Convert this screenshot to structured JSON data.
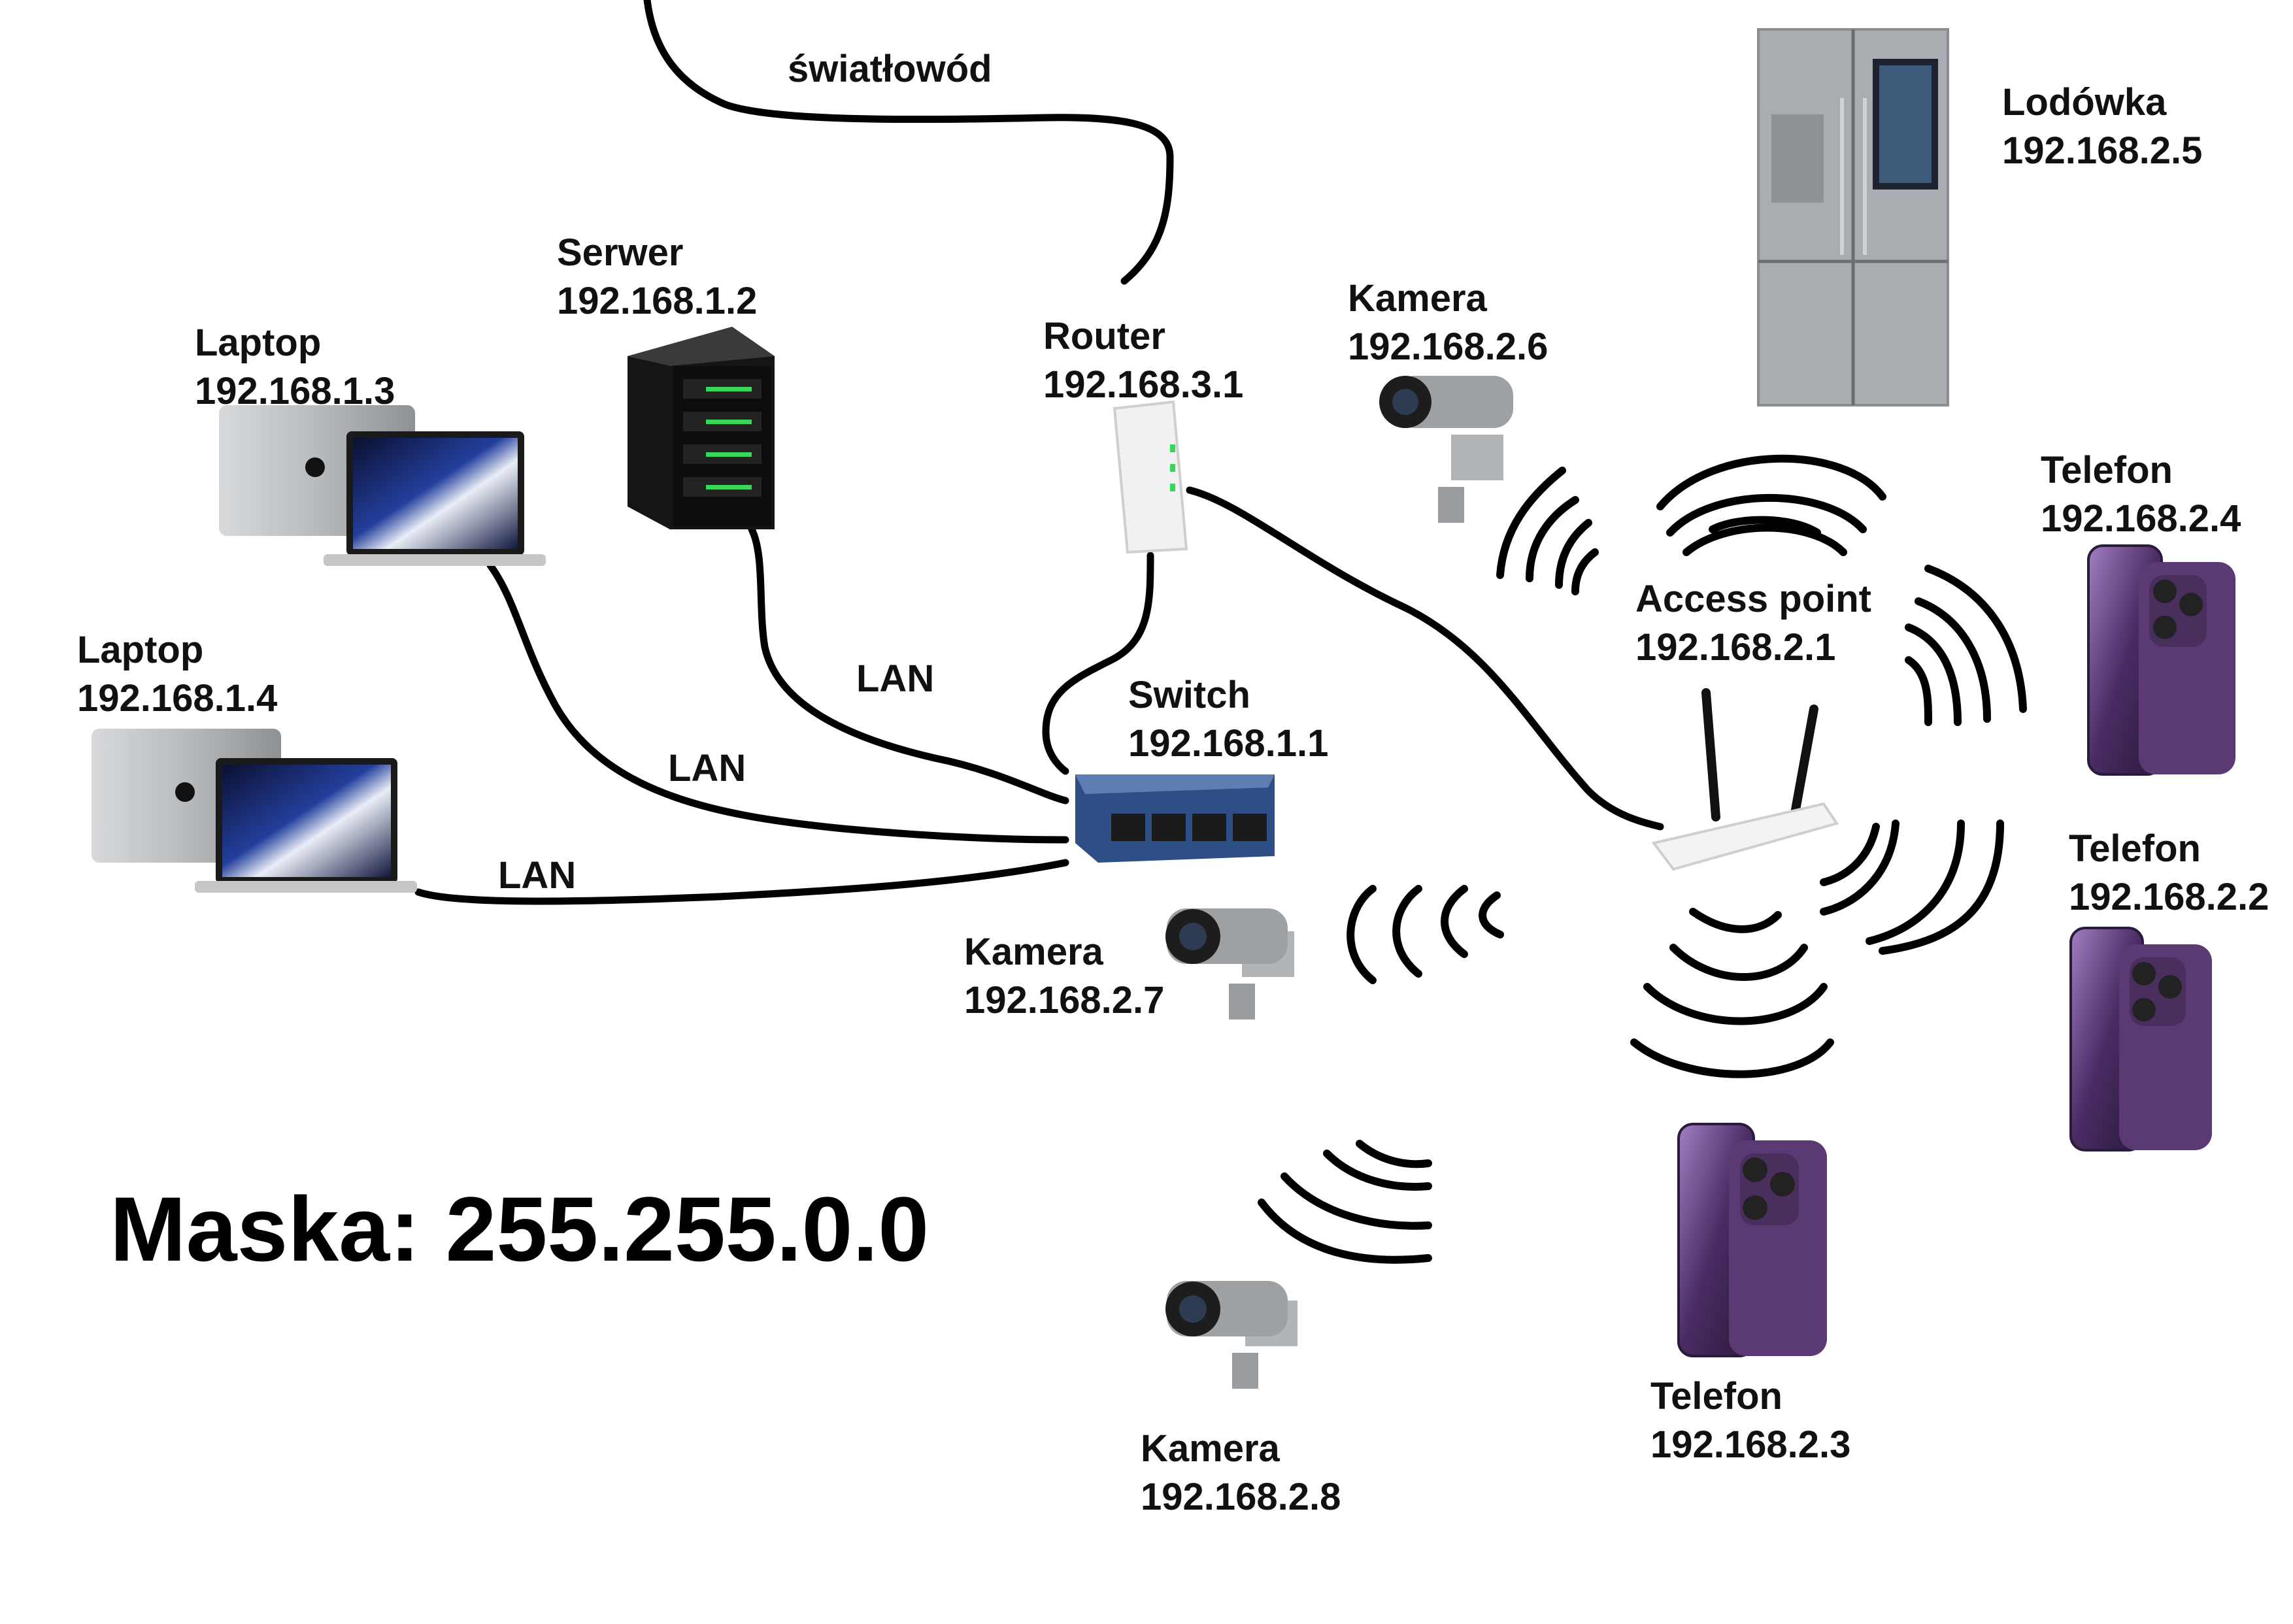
{
  "devices": {
    "server": {
      "name": "Serwer",
      "ip": "192.168.1.2"
    },
    "laptop1": {
      "name": "Laptop",
      "ip": "192.168.1.3"
    },
    "laptop2": {
      "name": "Laptop",
      "ip": "192.168.1.4"
    },
    "router": {
      "name": "Router",
      "ip": "192.168.3.1"
    },
    "switch": {
      "name": "Switch",
      "ip": "192.168.1.1"
    },
    "camera1": {
      "name": "Kamera",
      "ip": "192.168.2.6"
    },
    "camera2": {
      "name": "Kamera",
      "ip": "192.168.2.7"
    },
    "camera3": {
      "name": "Kamera",
      "ip": "192.168.2.8"
    },
    "fridge": {
      "name": "Lodówka",
      "ip": "192.168.2.5"
    },
    "access_point": {
      "name": "Access point",
      "ip": "192.168.2.1"
    },
    "phone1": {
      "name": "Telefon",
      "ip": "192.168.2.4"
    },
    "phone2": {
      "name": "Telefon",
      "ip": "192.168.2.2"
    },
    "phone3": {
      "name": "Telefon",
      "ip": "192.168.2.3"
    }
  },
  "links": {
    "fiber": "światłowód",
    "lan_server": "LAN",
    "lan_laptop1": "LAN",
    "lan_laptop2": "LAN"
  },
  "mask": "Maska: 255.255.0.0",
  "colors": {
    "line": "#000000",
    "laptop_blue": "#1d3a8a",
    "phone_purple": "#5b3a73",
    "server_led": "#38d65a",
    "switch_blue": "#2e4f86",
    "fridge": "#a9acb0"
  }
}
